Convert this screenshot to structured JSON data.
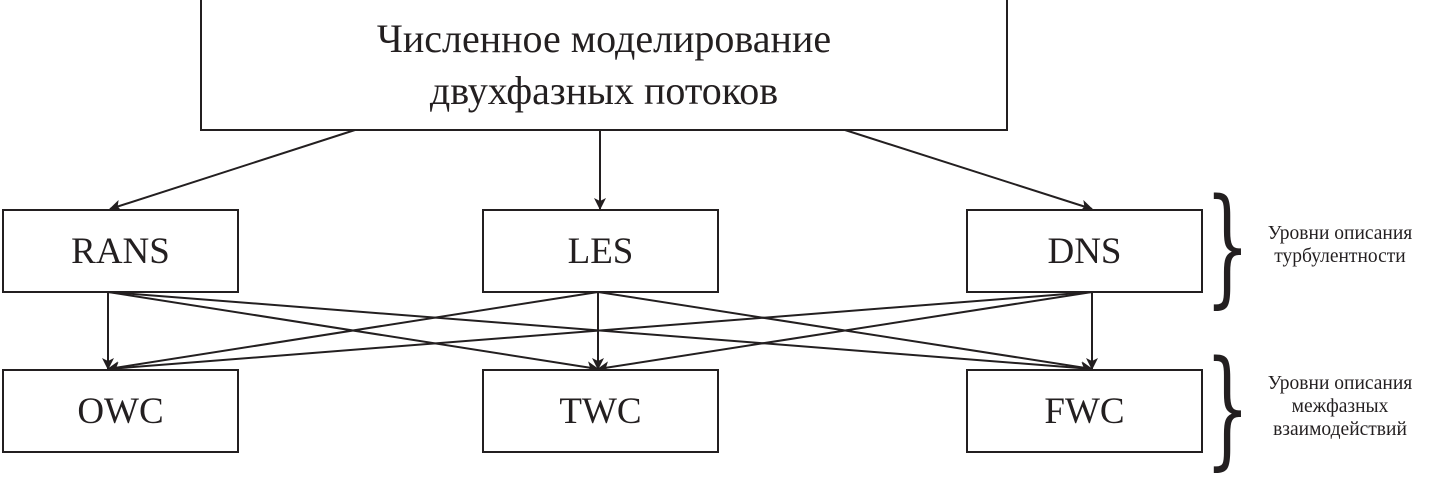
{
  "diagram": {
    "root": {
      "line1": "Численное моделирование",
      "line2": "двухфазных потоков"
    },
    "turbulence_levels": [
      {
        "id": "rans",
        "label": "RANS"
      },
      {
        "id": "les",
        "label": "LES"
      },
      {
        "id": "dns",
        "label": "DNS"
      }
    ],
    "interaction_levels": [
      {
        "id": "owc",
        "label": "OWC"
      },
      {
        "id": "twc",
        "label": "TWC"
      },
      {
        "id": "fwc",
        "label": "FWC"
      }
    ],
    "annotations": {
      "turbulence": {
        "line1": "Уровни описания",
        "line2": "турбулентности"
      },
      "interaction": {
        "line1": "Уровни описания",
        "line2": "межфазных",
        "line3": "взаимодействий"
      }
    },
    "edges": [
      [
        "root",
        "rans"
      ],
      [
        "root",
        "les"
      ],
      [
        "root",
        "dns"
      ],
      [
        "rans",
        "owc"
      ],
      [
        "rans",
        "twc"
      ],
      [
        "rans",
        "fwc"
      ],
      [
        "les",
        "owc"
      ],
      [
        "les",
        "twc"
      ],
      [
        "les",
        "fwc"
      ],
      [
        "dns",
        "owc"
      ],
      [
        "dns",
        "twc"
      ],
      [
        "dns",
        "fwc"
      ]
    ],
    "brace_glyph": "}",
    "colors": {
      "stroke": "#231f20",
      "background": "#ffffff"
    }
  }
}
